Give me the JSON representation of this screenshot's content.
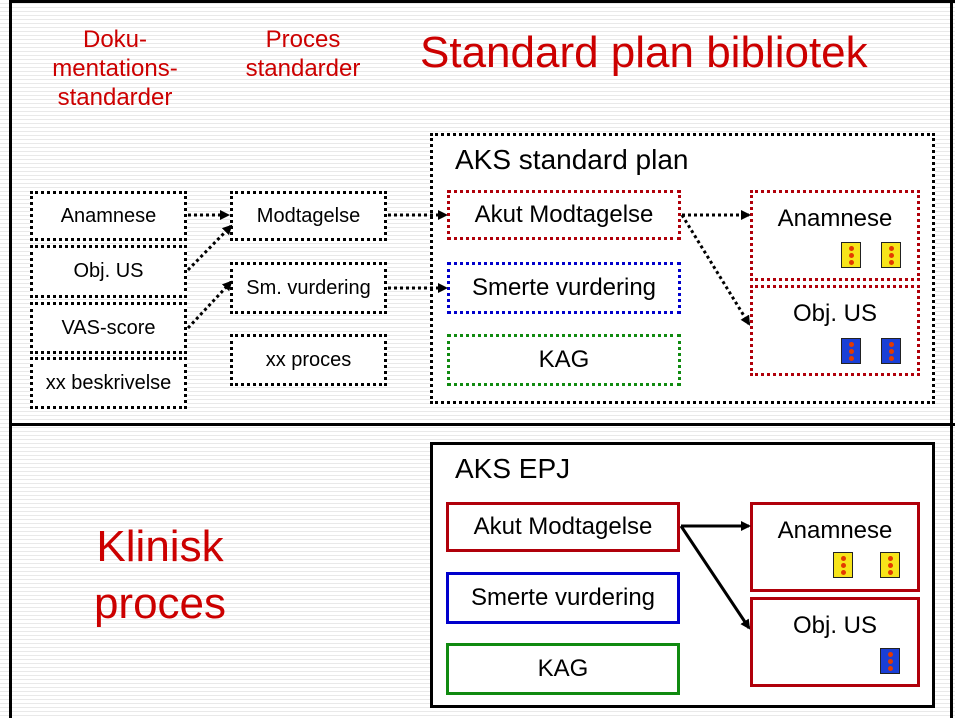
{
  "title": "Standard plan bibliotek",
  "column_headers": {
    "documentation": [
      "Doku-",
      "mentations-",
      "standarder"
    ],
    "process": [
      "Proces",
      "standarder"
    ]
  },
  "clinical_label": [
    "Klinisk",
    "proces"
  ],
  "documentation_standards": [
    "Anamnese",
    "Obj. US",
    "VAS-score",
    "xx beskrivelse"
  ],
  "process_standards": [
    "Modtagelse",
    "Sm. vurdering",
    "xx proces"
  ],
  "standard_plan": {
    "title": "AKS standard plan",
    "items": [
      "Akut Modtagelse",
      "Smerte vurdering",
      "KAG"
    ],
    "documents": [
      "Anamnese",
      "Obj. US"
    ]
  },
  "epj": {
    "title": "AKS EPJ",
    "items": [
      "Akut Modtagelse",
      "Smerte vurdering",
      "KAG"
    ],
    "documents": [
      "Anamnese",
      "Obj. US"
    ]
  },
  "icon_names": [
    "yellow-document-icon",
    "blue-document-icon"
  ],
  "colors": {
    "heading_red": "#cc0000",
    "red_border": "#b0000a",
    "blue_border": "#0000cc",
    "green_border": "#108a10",
    "icon_yellow": "#f7e41a",
    "icon_blue": "#1a3fd6",
    "icon_dot": "#e33a00"
  }
}
